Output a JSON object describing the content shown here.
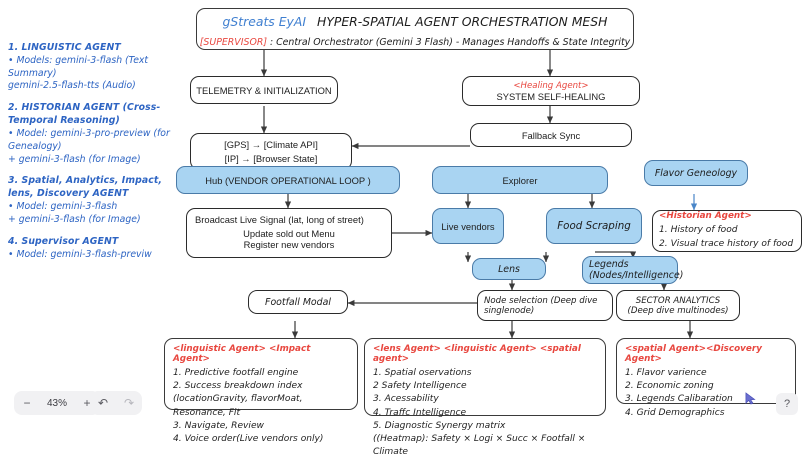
{
  "header": {
    "brand": "gStreats EyAI",
    "title": "HYPER-SPATIAL AGENT ORCHESTRATION MESH",
    "supervisor_tag": "[SUPERVISOR]",
    "supervisor_text": " : Central Orchestrator (Gemini 3 Flash) - Manages Handoffs & State Integrity"
  },
  "sidebar": {
    "items": [
      {
        "title": "1. LINGUISTIC AGENT",
        "lines": [
          "• Models: gemini-3-flash (Text Summary)",
          "gemini-2.5-flash-tts (Audio)"
        ]
      },
      {
        "title": "2. HISTORIAN AGENT (Cross-Temporal Reasoning)",
        "lines": [
          "• Model: gemini-3-pro-preview (for Genealogy)",
          "+ gemini-3-flash (for Image)"
        ]
      },
      {
        "title": "3. Spatial, Analytics, Impact, lens, Discovery AGENT",
        "lines": [
          "• Model: gemini-3-flash",
          "+ gemini-3-flash (for Image)"
        ]
      },
      {
        "title": "4. Supervisor AGENT",
        "lines": [
          "• Model: gemini-3-flash-previw"
        ]
      }
    ]
  },
  "nodes": {
    "telemetry": "TELEMETRY & INITIALIZATION",
    "healing_tag": "<Healing Agent>",
    "healing": "SYSTEM SELF-HEALING",
    "gps_line1": "[GPS] → [Climate API]",
    "gps_line2": "[IP]  → [Browser State]",
    "fallback": "Fallback Sync",
    "hub": "Hub (VENDOR OPERATIONAL LOOP )",
    "explorer": "Explorer",
    "flavor": "Flavor Geneology",
    "broadcast_line1": "Broadcast Live Signal   (lat, long of street)",
    "broadcast_line2": "Update sold out Menu",
    "broadcast_line3": "Register new vendors",
    "live_vendors": "Live vendors",
    "food_scraping": "Food Scraping",
    "lens": "Lens",
    "legends_line1": "Legends",
    "legends_line2": "(Nodes/Intelligence)",
    "historian_tag": "<Historian Agent>",
    "historian_items": [
      "1. History of food",
      "2. Visual trace history of food"
    ],
    "footfall": "Footfall Modal",
    "node_selection_line1": "Node selection (Deep dive",
    "node_selection_line2": "singlenode)",
    "sector_line1": "SECTOR ANALYTICS",
    "sector_line2": "(Deep dive multinodes)"
  },
  "panels": {
    "impact": {
      "tags": "<linguistic Agent> <Impact Agent>",
      "items": [
        "1. Predictive footfall engine",
        "2. Success breakdown index",
        "(locationGravity, flavorMoat, Resonance, Fit",
        "3. Navigate, Review",
        "4. Voice order(Live vendors only)"
      ]
    },
    "lens": {
      "tags": "<lens Agent> <linguistic Agent> <spatial agent>",
      "items": [
        "1. Spatial oservations",
        "2 Safety Intelligence",
        "3. Acessability",
        "4. Traffc Intelligence",
        "5. Diagnostic Synergy matrix",
        "((Heatmap): Safety × Logi × Succ × Footfall × Climate"
      ]
    },
    "discovery": {
      "tags": "<spatial Agent><Discovery Agent>",
      "items": [
        "1. Flavor varience",
        "2. Economic zoning",
        "3. Legends Calibaration",
        "4. Grid Demographics"
      ]
    }
  },
  "toolbar": {
    "zoom_out": "−",
    "zoom_level": "43%",
    "zoom_in": "+",
    "undo": "↶",
    "redo": "↷",
    "help": "?"
  },
  "colors": {
    "accent_blue": "#a9d4f2",
    "brand_blue": "#3f7fd0",
    "agent_red": "#e8473f",
    "stroke": "#2b2b2b"
  }
}
